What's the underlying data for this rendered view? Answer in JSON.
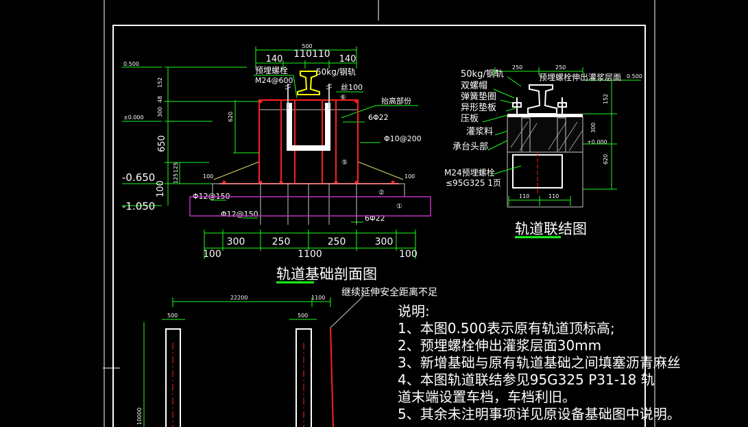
{
  "drawing": {
    "section_title": "轨道基础剖面图",
    "joint_title": "轨道联结图",
    "warning_note": "继续延伸安全距离不足"
  },
  "section": {
    "top_dims": [
      "500",
      "140",
      "110110",
      "140"
    ],
    "labels": {
      "bolt": "预埋螺栓",
      "bolt_spec": "M24@600",
      "rail": "50kg/钢轨",
      "screw": "丝100",
      "raised": "抬高部份",
      "rebar_6_22a": "6Φ22",
      "rebar_phi10": "Φ10@200",
      "rebar_12_150a": "Φ12@150",
      "rebar_12_150b": "Φ12@150",
      "rebar_6_22b": "6Φ22",
      "circ5": "⑤",
      "circ2": "②",
      "circ1": "①",
      "circ_top": "⑥"
    },
    "left_elev": {
      "e1": "0.500",
      "e2": "±0.000",
      "e3": "-0.650",
      "e4": "-1.050",
      "d152": "152",
      "d48": "48",
      "d300": "300",
      "d650": "650",
      "d125a": "125",
      "d125b": "125",
      "d100": "100",
      "d620": "620",
      "d100r": "100",
      "d100l": "100"
    },
    "bottom_dims": [
      "300",
      "250",
      "250",
      "300"
    ],
    "bottom_total": "1100",
    "bottom_edge_left": "100",
    "bottom_edge_right": "100"
  },
  "joint": {
    "dims_top": [
      "250",
      "250"
    ],
    "labels": [
      "50kg/钢轨",
      "双螺帽",
      "弹簧垫圈",
      "异形垫板",
      "压板",
      "灌浆料",
      "承台头部"
    ],
    "top_label": "预埋螺栓伸出灌浆层面",
    "elev_top": "0.500",
    "elev_zero": "±0.000",
    "bolt_note1": "M24预埋螺栓",
    "bolt_note2": "≤95G325 1页",
    "d152": "152",
    "d300": "300",
    "d620": "620",
    "d110a": "110",
    "d110b": "110"
  },
  "plan": {
    "d22200": "22200",
    "d1100": "1100",
    "d500a": "500",
    "d500b": "500",
    "d10000": "10000"
  },
  "notes": {
    "title": "说明:",
    "items": [
      "1、本图0.500表示原有轨道顶标高;",
      "2、预埋螺栓伸出灌浆层面30mm",
      "3、新增基础与原有轨道基础之间填塞沥青麻丝",
      "4、本图轨道联结参见95G325 P31-18 轨",
      "道末端设置车档，车档利旧。",
      "5、其余未注明事项详见原设备基础图中说明。"
    ]
  },
  "colors": {
    "green": "#1aff1a",
    "red": "#ff2020",
    "yellow": "#ffff00",
    "magenta": "#c030c0",
    "white": "#ffffff",
    "gray": "#9a9a9a"
  }
}
